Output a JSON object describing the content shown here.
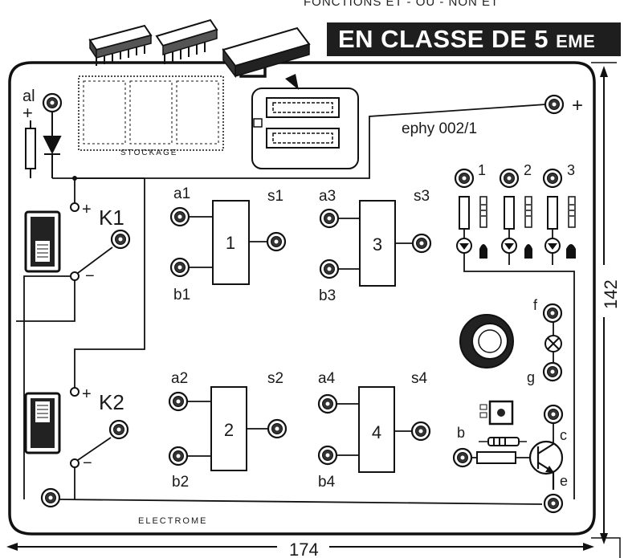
{
  "header": {
    "subtitle": "FONCTIONS ET - OU - NON ET",
    "title_main": "EN CLASSE DE 5",
    "title_suffix": "EME"
  },
  "board": {
    "ref": "ephy 002/1",
    "brand": "ELECTROME",
    "storage_label": "STOCKAGE"
  },
  "power": {
    "in_label": "al",
    "plus": "+",
    "minus": "−"
  },
  "switches": [
    {
      "name": "K1"
    },
    {
      "name": "K2"
    }
  ],
  "gates": [
    {
      "number": "1",
      "in_a": "a1",
      "in_b": "b1",
      "out": "s1"
    },
    {
      "number": "2",
      "in_a": "a2",
      "in_b": "b2",
      "out": "s2"
    },
    {
      "number": "3",
      "in_a": "a3",
      "in_b": "b3",
      "out": "s3"
    },
    {
      "number": "4",
      "in_a": "a4",
      "in_b": "b4",
      "out": "s4"
    }
  ],
  "leds": [
    "1",
    "2",
    "3"
  ],
  "lamp": {
    "top": "f",
    "bottom": "g"
  },
  "transistor": {
    "base": "b",
    "collector": "c",
    "emitter": "e"
  },
  "dimensions": {
    "width": "174",
    "height": "142"
  }
}
